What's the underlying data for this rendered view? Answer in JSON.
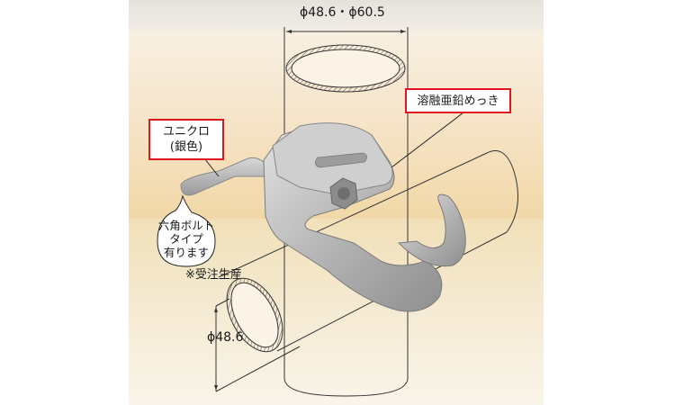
{
  "diagram": {
    "subject": "pipe clamp hook fitting",
    "vertical_pipe": {
      "dimension_label": "ϕ48.6・ϕ60.5"
    },
    "horizontal_pipe": {
      "dimension_label": "ϕ48.6"
    },
    "callouts": {
      "finish_main": "溶融亜鉛めっき",
      "finish_handle_line1": "ユニクロ",
      "finish_handle_line2": "(銀色)",
      "bubble_line1": "六角ボルト",
      "bubble_line2": "タイプ",
      "bubble_line3": "有ります",
      "note": "※受注生産"
    },
    "colors": {
      "callout_border": "#e0161e",
      "background_top": "#f2d8a8",
      "background_bottom": "#faf5ea",
      "metal": "#b9b9b9",
      "line": "#333333"
    }
  }
}
